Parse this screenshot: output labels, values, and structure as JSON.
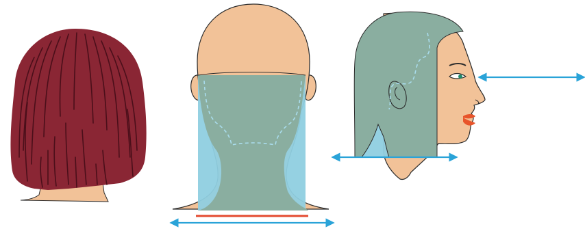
{
  "figures": [
    {
      "id": "bob-haircut-back-view",
      "kind": "illustration"
    },
    {
      "id": "head-back-view-guide",
      "kind": "illustration"
    },
    {
      "id": "head-side-view-guide",
      "kind": "illustration"
    }
  ],
  "colors": {
    "hair": "#8a2634",
    "hair_strand": "#4b0f1a",
    "skin": "#f2c298",
    "skin_outline": "#2b2b2b",
    "overlay_light": "#8fcfe0",
    "overlay_dark": "#8aaea0",
    "dashed_line": "#a9dcec",
    "arrow": "#2aa3d8",
    "base_line": "#e34a2f",
    "lips": "#e8542a",
    "iris": "#1f8a6a"
  },
  "icons": {
    "horizontal_arrow": "double-headed-arrow-icon",
    "single_arrow": "double-headed-arrow-icon"
  }
}
